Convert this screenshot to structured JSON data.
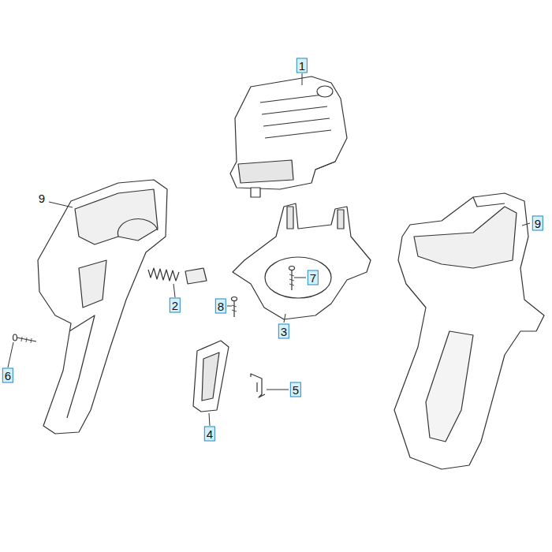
{
  "diagram": {
    "labels": [
      "1",
      "9",
      "9",
      "7",
      "2",
      "8",
      "3",
      "6",
      "5",
      "4"
    ]
  }
}
